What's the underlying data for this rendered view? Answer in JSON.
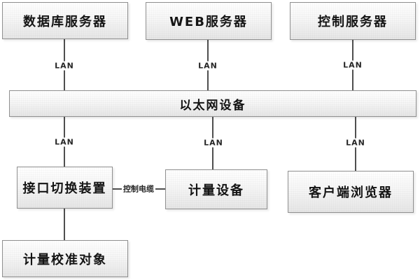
{
  "diagram": {
    "type": "network-topology",
    "nodes": [
      {
        "id": "db-server",
        "label": "数据库服务器"
      },
      {
        "id": "web-server",
        "label": "WEB服务器"
      },
      {
        "id": "control-server",
        "label": "控制服务器"
      },
      {
        "id": "ethernet-device",
        "label": "以太网设备"
      },
      {
        "id": "interface-switch",
        "label": "接口切换装置"
      },
      {
        "id": "metering-device",
        "label": "计量设备"
      },
      {
        "id": "client-browser",
        "label": "客户端浏览器"
      },
      {
        "id": "calibration-object",
        "label": "计量校准对象"
      }
    ],
    "edges": [
      {
        "from": "db-server",
        "to": "ethernet-device",
        "label": "LAN"
      },
      {
        "from": "web-server",
        "to": "ethernet-device",
        "label": "LAN"
      },
      {
        "from": "control-server",
        "to": "ethernet-device",
        "label": "LAN"
      },
      {
        "from": "ethernet-device",
        "to": "interface-switch",
        "label": "LAN"
      },
      {
        "from": "ethernet-device",
        "to": "metering-device",
        "label": "LAN"
      },
      {
        "from": "ethernet-device",
        "to": "client-browser",
        "label": "LAN"
      },
      {
        "from": "interface-switch",
        "to": "metering-device",
        "label": "控制电缆"
      },
      {
        "from": "interface-switch",
        "to": "calibration-object",
        "label": ""
      }
    ],
    "colors": {
      "background": "#ffffff",
      "box_border": "#8f8f8f",
      "box_fill_top": "#ffffff",
      "box_fill_bottom": "#e6e6e6",
      "connector_line": "#4f4f4f",
      "text": "#141414"
    }
  }
}
